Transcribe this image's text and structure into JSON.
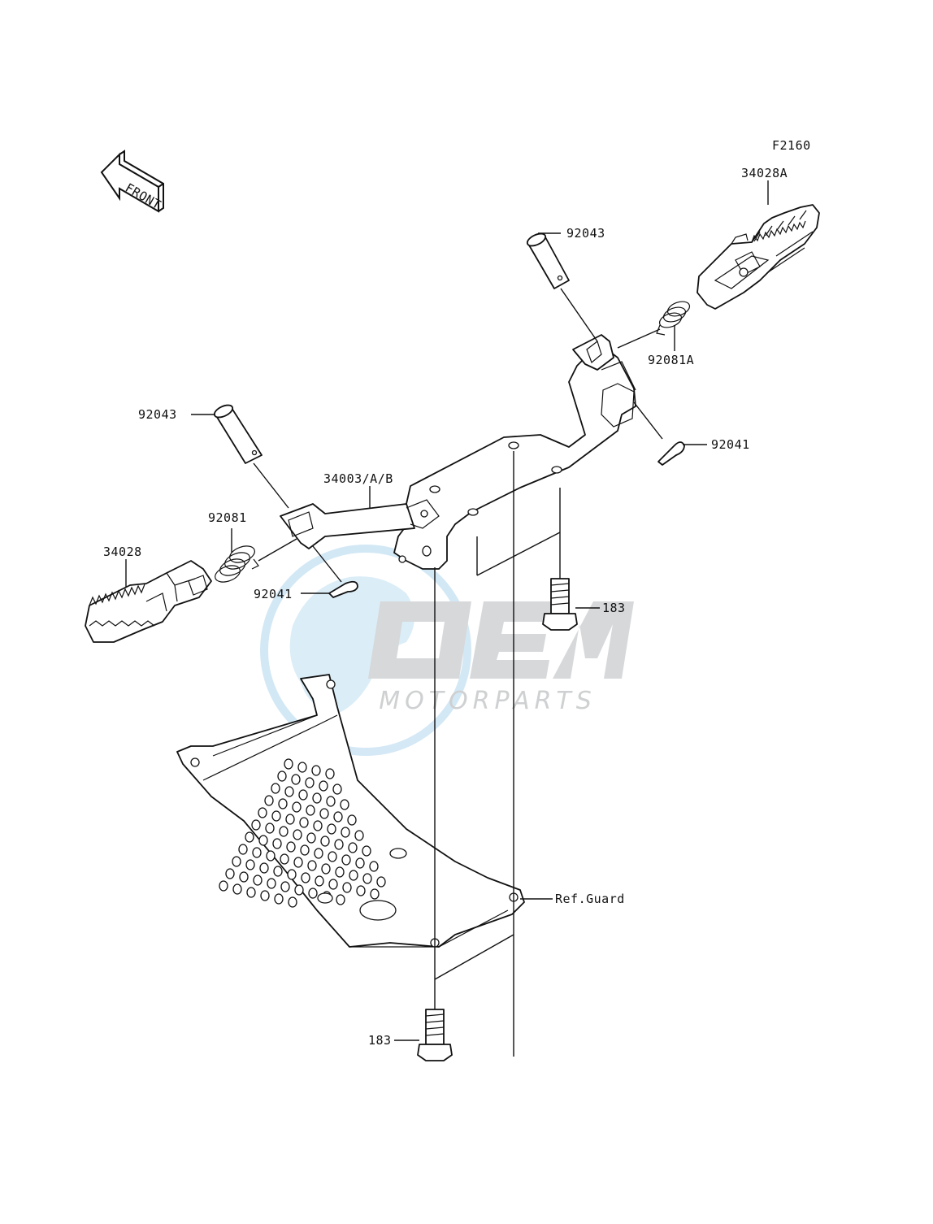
{
  "diagram": {
    "figure_code": "F2160",
    "front_label": "FRONT",
    "labels": {
      "footpeg_right": "34028A",
      "pin_right": "92043",
      "spring_right": "92081A",
      "cotter_right": "92041",
      "pin_left": "92043",
      "bracket": "34003/A/B",
      "spring_left": "92081",
      "footpeg_left": "34028",
      "cotter_left": "92041",
      "bolt_upper": "183",
      "ref_guard": "Ref.Guard",
      "bolt_lower": "183"
    }
  },
  "watermark": {
    "brand": "OEM",
    "subtitle": "MOTORPARTS"
  }
}
